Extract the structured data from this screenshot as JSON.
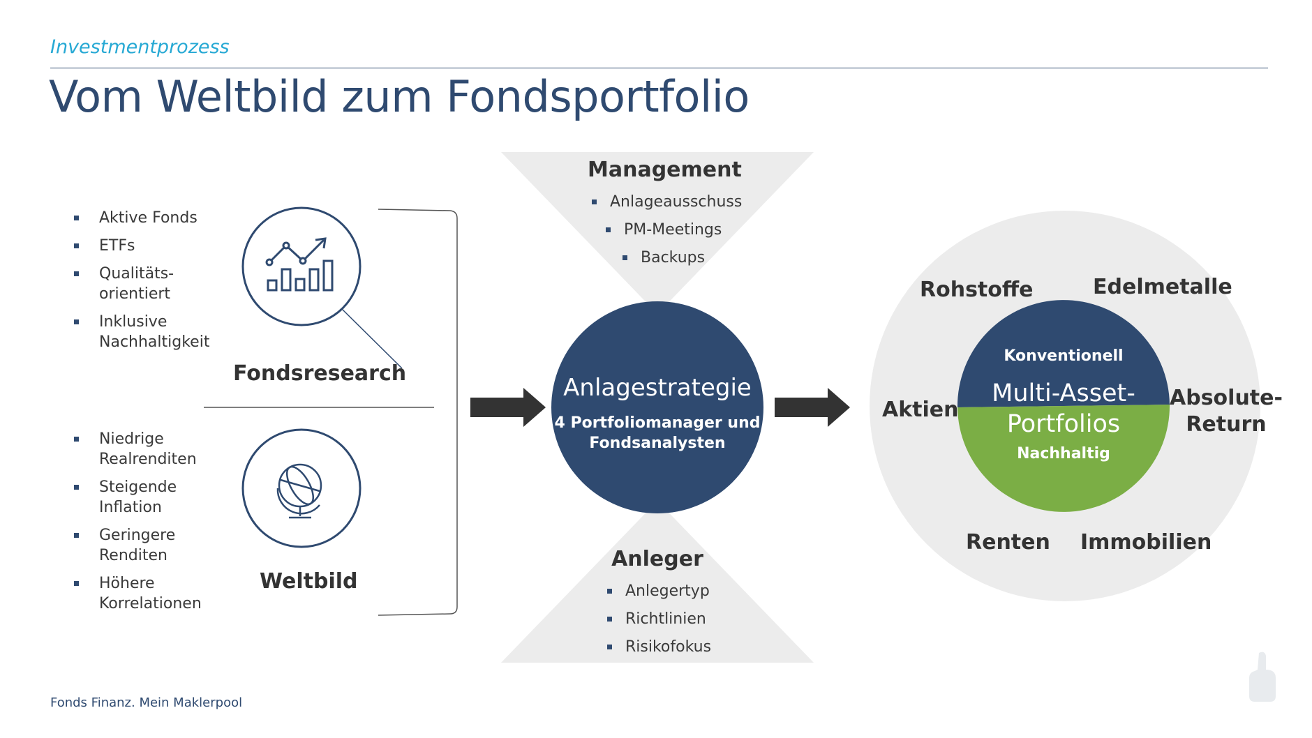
{
  "header": {
    "kicker": "Investmentprozess",
    "title": "Vom Weltbild zum Fondsportfolio"
  },
  "fondsresearch": {
    "label": "Fondsresearch",
    "icon": "chart-magnifier-icon",
    "bullets": [
      {
        "lines": [
          "Aktive Fonds"
        ]
      },
      {
        "lines": [
          "ETFs"
        ]
      },
      {
        "lines": [
          "Qualitäts-",
          "orientiert"
        ]
      },
      {
        "lines": [
          "Inklusive",
          "Nachhaltigkeit"
        ]
      }
    ]
  },
  "weltbild": {
    "label": "Weltbild",
    "icon": "globe-icon",
    "bullets": [
      {
        "lines": [
          "Niedrige",
          "Realrenditen"
        ]
      },
      {
        "lines": [
          "Steigende",
          "Inflation"
        ]
      },
      {
        "lines": [
          "Geringere",
          "Renditen"
        ]
      },
      {
        "lines": [
          "Höhere",
          "Korrelationen"
        ]
      }
    ]
  },
  "management": {
    "title": "Management",
    "items": [
      "Anlageausschuss",
      "PM-Meetings",
      "Backups"
    ]
  },
  "anleger": {
    "title": "Anleger",
    "items": [
      "Anlegertyp",
      "Richtlinien",
      "Risikofokus"
    ]
  },
  "strategy": {
    "title": "Anlagestrategie",
    "line1": "4 Portfoliomanager und",
    "line2": "Fondsanalysten"
  },
  "portfolio": {
    "top_label": "Konventionell",
    "title_line1": "Multi-Asset-",
    "title_line2": "Portfolios",
    "bottom_label": "Nachhaltig",
    "asset_classes": {
      "rohstoffe": "Rohstoffe",
      "edelmetalle": "Edelmetalle",
      "aktien": "Aktien",
      "absolute_line1": "Absolute-",
      "absolute_line2": "Return",
      "renten": "Renten",
      "immobilien": "Immobilien"
    }
  },
  "colors": {
    "navy": "#2f4a70",
    "green": "#7bae45",
    "grey": "#ececec",
    "accent": "#27a9d4",
    "arrow": "#333333"
  },
  "footer": {
    "text": "Fonds Finanz. Mein Maklerpool"
  }
}
